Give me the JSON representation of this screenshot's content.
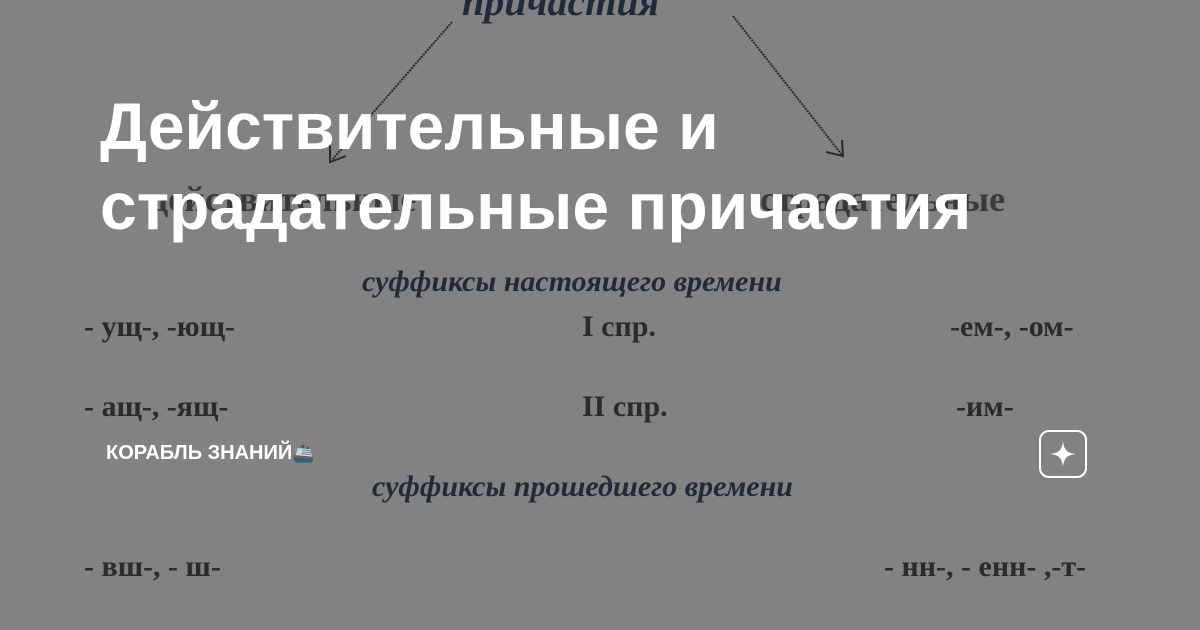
{
  "background": {
    "scheme_title": "причастия",
    "column_left": "действительные",
    "column_right": "страдательные",
    "heading_present": "суффиксы настоящего времени",
    "heading_past": "суффиксы прошедшего времени",
    "row1": {
      "left": "- ущ-, -ющ-",
      "middle": "I спр.",
      "right": "-ем-, -ом-"
    },
    "row2": {
      "left": "- ащ-, -ящ-",
      "middle": "II спр.",
      "right": "-им-"
    },
    "row3": {
      "left": "- вш-, - ш-",
      "right": "- нн-, - енн- ,-т-"
    }
  },
  "article": {
    "title": "Действительные и страдательные причастия",
    "channel": "КОРАБЛЬ ЗНАНИЙ",
    "channel_emoji": "🚢"
  },
  "icons": {
    "logo": "sparkle-star-icon",
    "arrows": "arrow-icon"
  },
  "colors": {
    "background": "#828282",
    "overlay_text": "#ffffff",
    "scheme_text": "#2b2b2b"
  }
}
